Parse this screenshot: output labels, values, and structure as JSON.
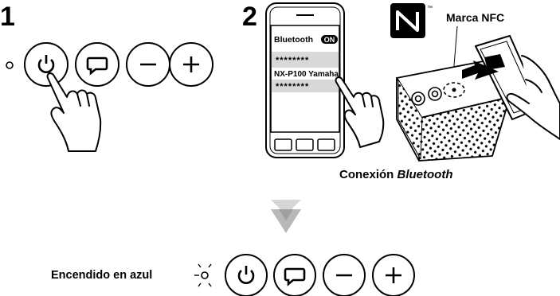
{
  "step1": {
    "number": "1"
  },
  "step2": {
    "number": "2"
  },
  "phone_screen": {
    "header": "Bluetooth",
    "toggle": "ON",
    "masked_top": "********",
    "device_name": "NX-P100 Yamaha",
    "masked_bottom": "********"
  },
  "nfc": {
    "logo_tm": "™",
    "label": "Marca NFC"
  },
  "caption": {
    "prefix": "Conexión ",
    "italic": "Bluetooth"
  },
  "result": {
    "label": "Encendido en azul"
  },
  "button_icons": [
    "power-icon",
    "speech-bubble-icon",
    "minus-icon",
    "plus-icon"
  ]
}
